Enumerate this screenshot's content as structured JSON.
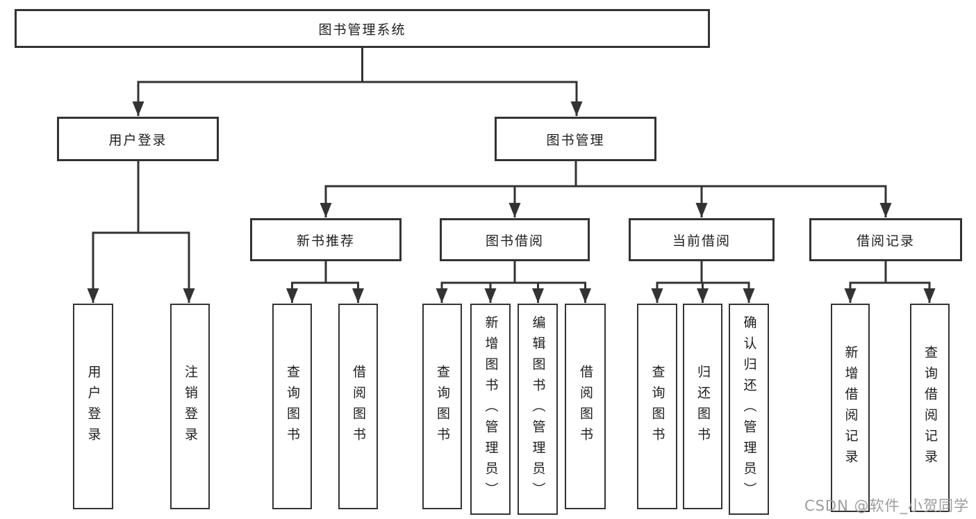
{
  "colors": {
    "line": "#333333",
    "text": "#1d1d1f",
    "watermark": "#9c9c9c",
    "background": "#ffffff"
  },
  "tree": {
    "root": "图书管理系统",
    "branches": [
      {
        "label": "用户登录",
        "leaves": [
          "用户登录",
          "注销登录"
        ]
      },
      {
        "label": "图书管理",
        "sections": [
          {
            "label": "新书推荐",
            "leaves": [
              "查询图书",
              "借阅图书"
            ]
          },
          {
            "label": "图书借阅",
            "leaves": [
              "查询图书",
              "新增图书（管理员）",
              "编辑图书（管理员）",
              "借阅图书"
            ]
          },
          {
            "label": "当前借阅",
            "leaves": [
              "查询图书",
              "归还图书",
              "确认归还（管理员）"
            ]
          },
          {
            "label": "借阅记录",
            "leaves": [
              "新增借阅记录",
              "查询借阅记录"
            ]
          }
        ]
      }
    ]
  },
  "watermark": "CSDN @软件_小贺同学"
}
